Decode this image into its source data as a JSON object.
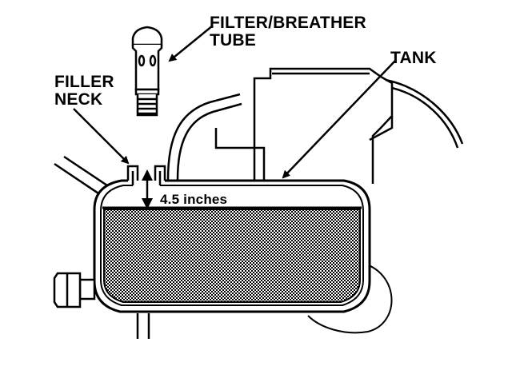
{
  "labels": {
    "filter_line1": "FILTER/BREATHER",
    "filter_line2": "TUBE",
    "tank": "TANK",
    "filler_line1": "FILLER",
    "filler_line2": "NECK",
    "measurement": "4.5 inches"
  },
  "colors": {
    "line": "#000000",
    "fluid": "#8c8c8c",
    "background": "#ffffff"
  }
}
